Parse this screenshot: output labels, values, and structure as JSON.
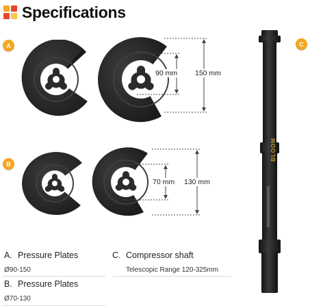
{
  "header": {
    "title": "Specifications",
    "logo_colors": [
      "#f5a623",
      "#e8452c",
      "#f7c948"
    ]
  },
  "badges": {
    "a": "A",
    "b": "B",
    "c": "C"
  },
  "plates": {
    "a": {
      "inner": "90 mm",
      "outer": "150 mm"
    },
    "b": {
      "inner": "70 mm",
      "outer": "130 mm"
    }
  },
  "shaft": {
    "brand_text": "BLOOM"
  },
  "captions": {
    "a": {
      "letter": "A.",
      "title": "Pressure Plates",
      "detail": "Ø90-150"
    },
    "b": {
      "letter": "B.",
      "title": "Pressure Plates",
      "detail": "Ø70-130"
    },
    "c": {
      "letter": "C.",
      "title": "Compressor shaft",
      "detail": "Telescopic Range 120-325mm"
    }
  },
  "colors": {
    "accent": "#f5a623",
    "plate": "#2b2b2b",
    "plate_rim": "#1a1a1a",
    "shaft": "#2a2a2a",
    "brand_text": "#c79a2e"
  }
}
